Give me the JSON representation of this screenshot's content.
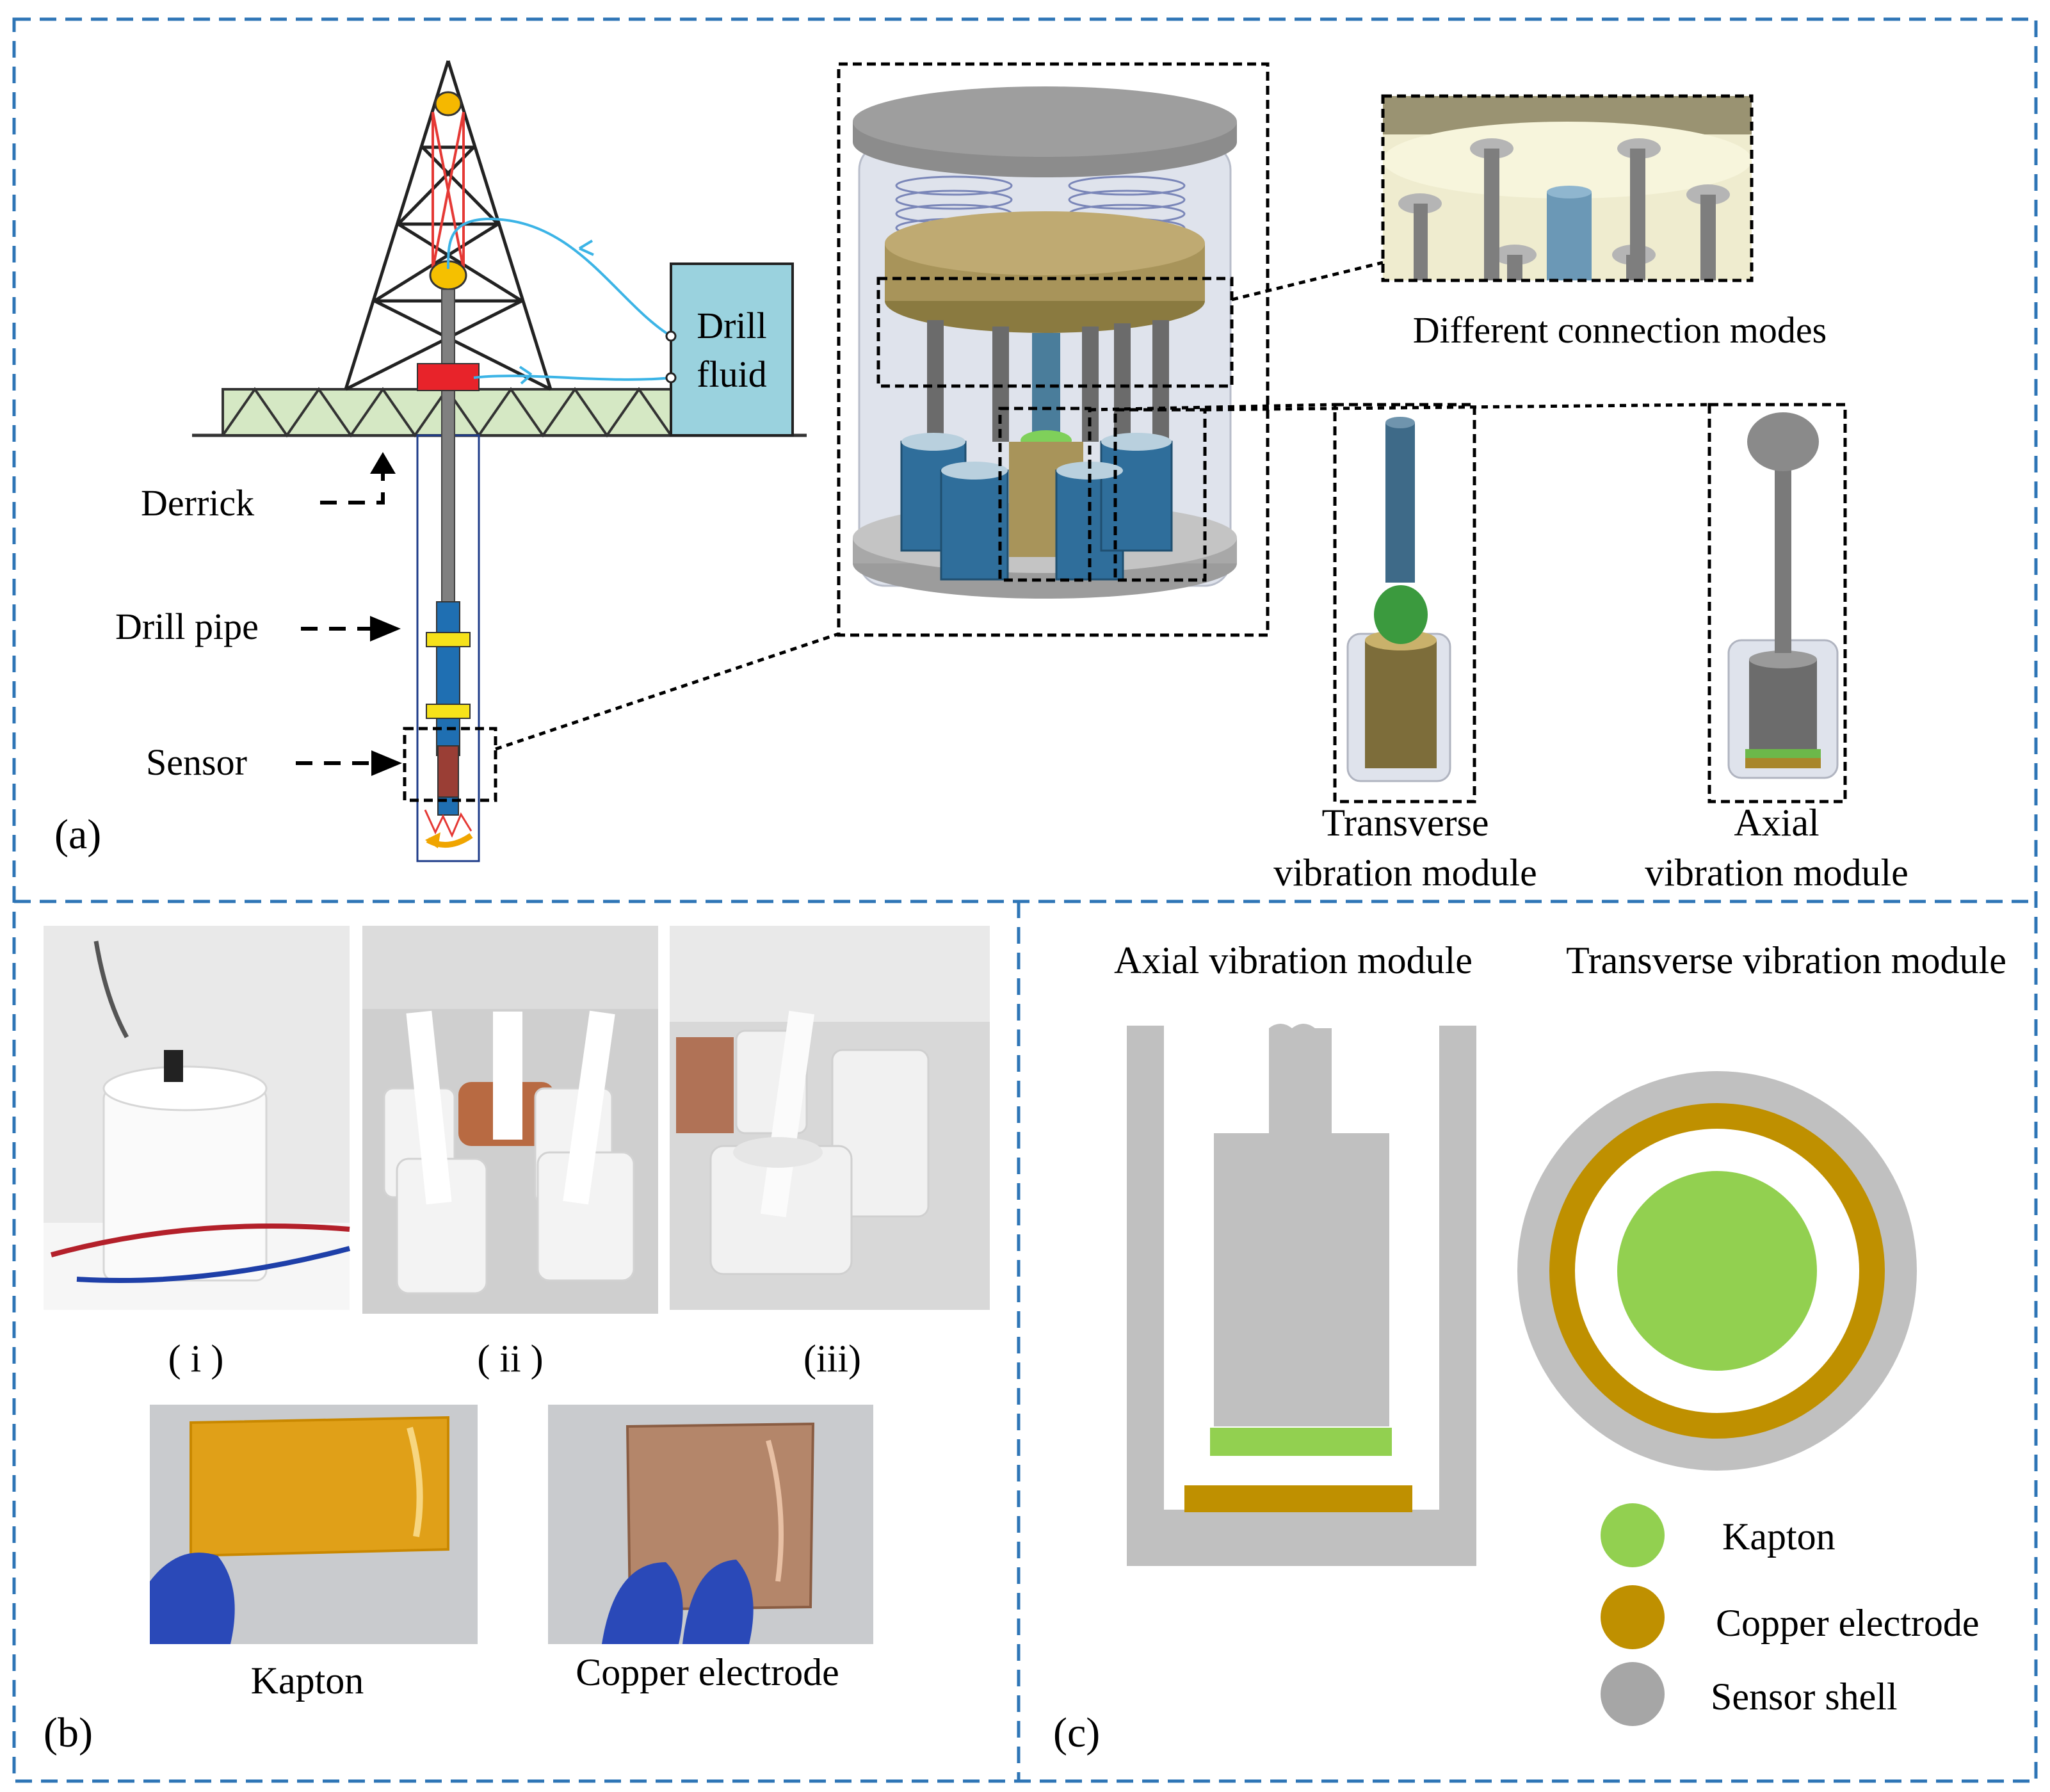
{
  "panel_a": {
    "tag": "(a)",
    "drill_fluid_line1": "Drill",
    "drill_fluid_line2": "fluid",
    "derrick_label": "Derrick",
    "drill_pipe_label": "Drill pipe",
    "sensor_label": "Sensor",
    "connection_modes_label": "Different connection modes",
    "transverse_label_line1": "Transverse",
    "transverse_label_line2": "vibration module",
    "axial_label_line1": "Axial",
    "axial_label_line2": "vibration module"
  },
  "panel_b": {
    "tag": "(b)",
    "photo_captions": [
      "( i )",
      "( ii )",
      "(iii)"
    ],
    "kapton_label": "Kapton",
    "copper_label": "Copper electrode"
  },
  "panel_c": {
    "tag": "(c)",
    "axial_title": "Axial vibration module",
    "transverse_title": "Transverse vibration module",
    "legend": [
      {
        "label": "Kapton",
        "color": "#92d050"
      },
      {
        "label": "Copper electrode",
        "color": "#bf9000"
      },
      {
        "label": "Sensor shell",
        "color": "#a6a6a6"
      }
    ]
  },
  "colors": {
    "frame_dash": "#2e75b6",
    "derrick_platform": "#d5e8c4",
    "fluid_box": "#9ad2de",
    "kapton": "#92d050",
    "copper": "#bf9000",
    "shell": "#c0c0c0"
  }
}
